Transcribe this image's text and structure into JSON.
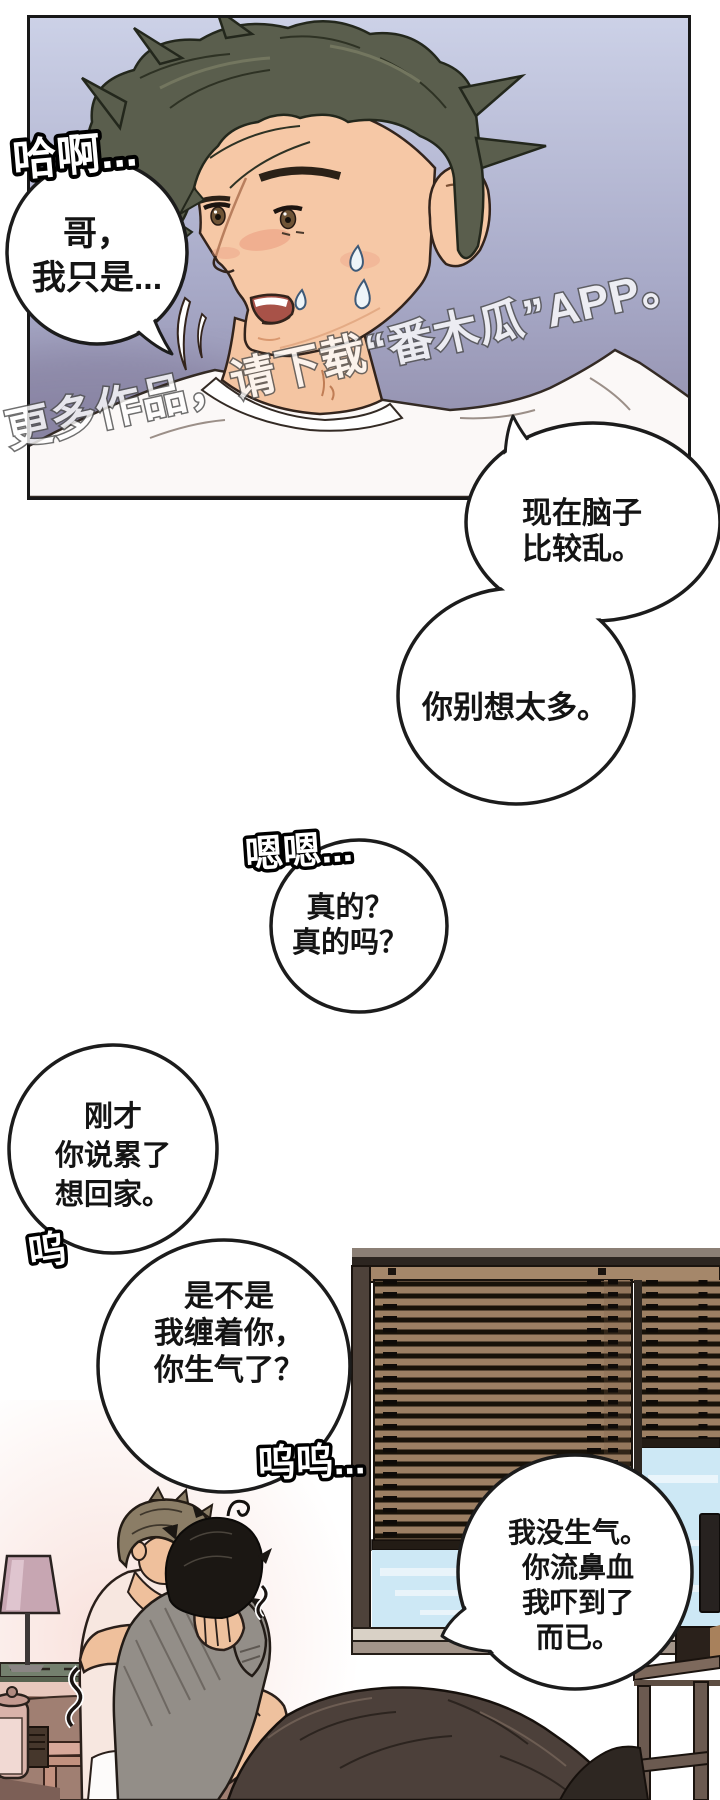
{
  "watermark": {
    "text": "更多作品，请下载“番木瓜”APP。"
  },
  "sfx": {
    "gasp": "哈啊...",
    "murmur": "嗯嗯...",
    "sob": "呜",
    "sob_double": "呜呜..."
  },
  "bubbles": {
    "b1": {
      "lines": [
        "哥，",
        "我只是..."
      ]
    },
    "b2": {
      "lines": [
        "现在脑子",
        "比较乱。"
      ]
    },
    "b3": {
      "lines": [
        "你别想太多。"
      ]
    },
    "b4": {
      "lines": [
        "刚才",
        "你说累了",
        "想回家。"
      ]
    },
    "b5": {
      "lines": [
        "是不是",
        "我缠着你，",
        "你生气了？"
      ]
    },
    "b6": {
      "lines": [
        "真的？",
        "真的吗？"
      ]
    },
    "b7": {
      "lines": [
        "我没生气。",
        "你流鼻血",
        "我吓到了",
        "而已。"
      ]
    }
  },
  "palette": {
    "panel_bg_top": "#ccd1e7",
    "panel_bg_bottom": "#8b86a4",
    "skin": "#f6c8a6",
    "hair_man_a_panel": "#5a5e4d",
    "hair_man_a_scene": "#8b7d66",
    "hair_man_b": "#1b1713",
    "sweater_gray": "#938e88",
    "shirt_pink": "#f7e7e0",
    "blind_slat": "#9c7f63",
    "blind_gap": "#181209",
    "sky": "#cde8f5",
    "blanket": "#4c403a",
    "lamp_shade": "#c7a6b2",
    "nightstand_front": "#dcb7ab",
    "ledge_green": "#74806e",
    "bubble_fill": "#ffffff",
    "bubble_stroke": "#1c1c1c"
  }
}
